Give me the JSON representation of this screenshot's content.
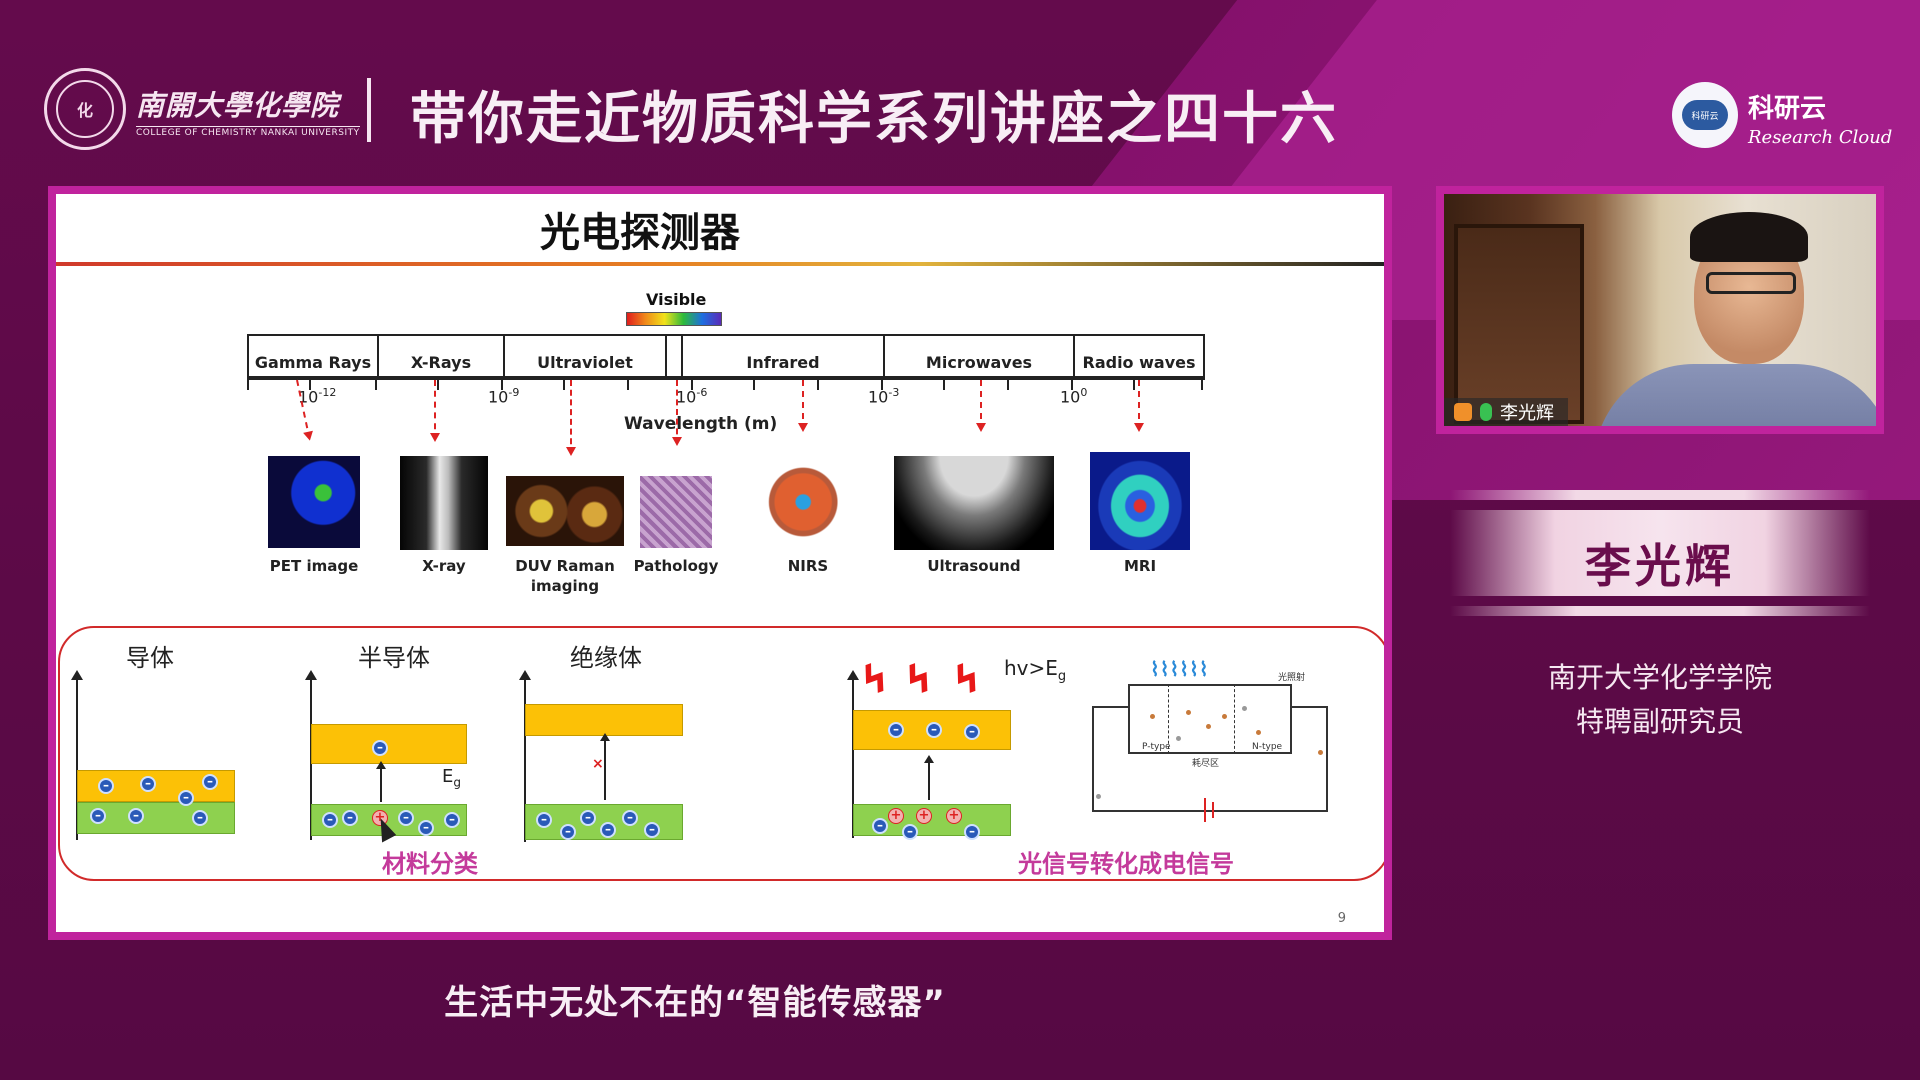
{
  "header": {
    "school_cn": "南開大學化學院",
    "school_en": "COLLEGE OF CHEMISTRY NANKAI UNIVERSITY",
    "title": "带你走近物质科学系列讲座之四十六",
    "brand_cn": "科研云",
    "brand_en": "Research Cloud"
  },
  "slide": {
    "title": "光电探测器",
    "visible_label": "Visible",
    "bands": [
      "Gamma Rays",
      "X-Rays",
      "Ultraviolet",
      "",
      "Infrared",
      "Microwaves",
      "Radio waves"
    ],
    "exponents": [
      "10",
      "10",
      "10",
      "10",
      "10"
    ],
    "exponent_powers": [
      "-12",
      "-9",
      "-6",
      "-3",
      "0"
    ],
    "wavelength_label": "Wavelength (m)",
    "images": [
      "PET image",
      "X-ray",
      "DUV Raman imaging",
      "Pathology",
      "NIRS",
      "Ultrasound",
      "MRI"
    ],
    "materials": [
      "导体",
      "半导体",
      "绝缘体"
    ],
    "eg_label": "E",
    "eg_sub": "g",
    "hv_label": "hv>E",
    "hv_sub": "g",
    "circuit_labels": [
      "光照射",
      "P-type",
      "耗尽区",
      "N-type"
    ],
    "section_caption_left": "材料分类",
    "section_caption_right": "光信号转化成电信号",
    "page_number": "9"
  },
  "speaker": {
    "video_name": "李光辉",
    "name": "李光辉",
    "affiliation_1": "南开大学化学学院",
    "affiliation_2": "特聘副研究员"
  },
  "subtitle": "生活中无处不在的“智能传感器”",
  "colors": {
    "background": "#5c0a45",
    "frame": "#c0239d",
    "accent_text": "#c43a9b",
    "red": "#d12a2a"
  }
}
